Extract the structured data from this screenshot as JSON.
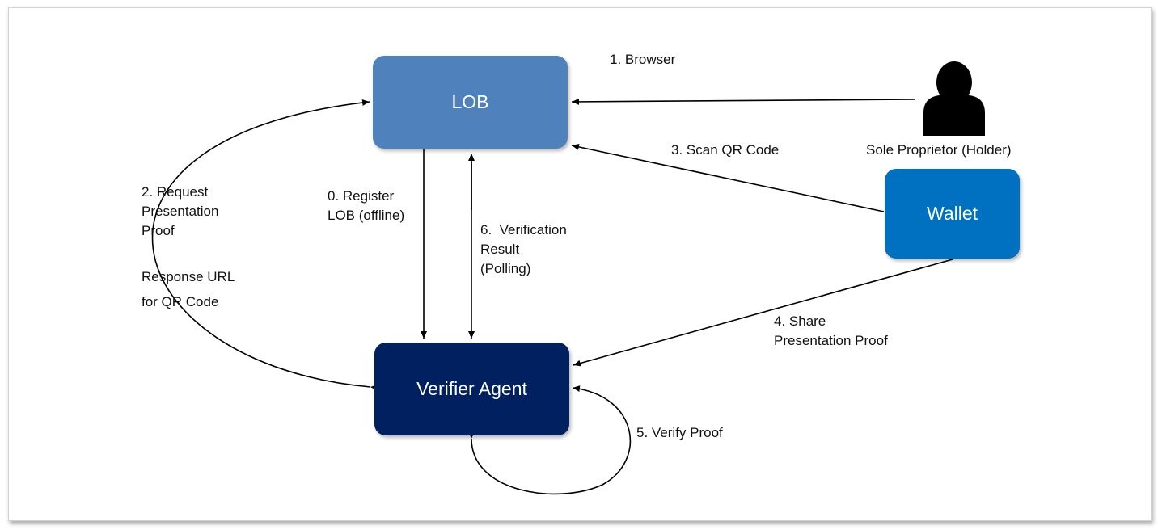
{
  "nodes": {
    "lob": "LOB",
    "verifier_agent": "Verifier Agent",
    "wallet": "Wallet",
    "holder": "Sole Proprietor (Holder)"
  },
  "edges": {
    "register": "0. Register\nLOB (offline)",
    "browser": "1. Browser",
    "request_proof": "2. Request\nPresentation\nProof",
    "response_url": "Response URL\nfor QR Code",
    "scan_qr": "3. Scan QR Code",
    "share_proof": "4. Share\nPresentation Proof",
    "verify_proof": "5. Verify Proof",
    "verification_result": "6.  Verification\nResult\n(Polling)"
  },
  "icons": {
    "holder": "person-icon"
  },
  "colors": {
    "lob": "#4f81bd",
    "verifier_agent": "#002060",
    "wallet": "#0070c0",
    "holder_icon": "#000000",
    "arrow": "#000000"
  }
}
